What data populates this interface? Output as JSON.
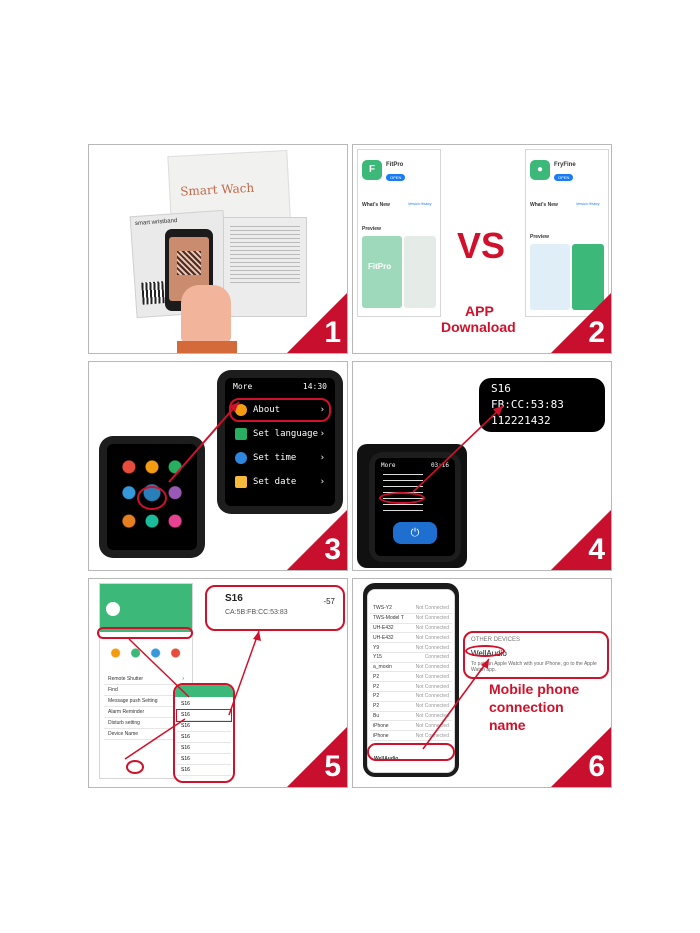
{
  "panel1": {
    "number": "1",
    "card_title": "Smart Wach",
    "manual_title": "smart wristband"
  },
  "panel2": {
    "number": "2",
    "vs": "VS",
    "app_line1": "APP",
    "app_line2": "Downaload",
    "left_app": {
      "name": "FitPro",
      "button": "OPEN",
      "whats_new": "What's New",
      "version_history": "Version History",
      "preview": "Preview",
      "splash_name": "FitPro"
    },
    "right_app": {
      "name": "FryFine",
      "button": "OPEN",
      "whats_new": "What's New",
      "version_history": "Version History",
      "preview": "Preview"
    }
  },
  "panel3": {
    "number": "3",
    "watch_title": "More",
    "watch_time": "14:30",
    "menu": [
      "About",
      "Set language",
      "Set time",
      "Set date"
    ]
  },
  "panel4": {
    "number": "4",
    "zoom_lines": [
      "S16",
      "FB:CC:53:83",
      "112221432"
    ],
    "watch_title": "More",
    "watch_time": "03:16"
  },
  "panel5": {
    "number": "5",
    "device_name": "S16",
    "device_addr": "CA:5B:FB:CC:53:83",
    "signal": "-57",
    "menu_items": [
      "Remote Shutter",
      "Find",
      "Message push Setting",
      "Alarm Reminder",
      "Disturb setting",
      "Device Name"
    ],
    "list_rows": [
      "S16",
      "S16",
      "S16",
      "S16",
      "S16",
      "S16",
      "S16"
    ]
  },
  "panel6": {
    "number": "6",
    "other_devices": "OTHER DEVICES",
    "device_name": "WellAudio",
    "hint": "To pair an Apple Watch with your iPhone, go to the Apple Watch app.",
    "label_line1": "Mobile phone",
    "label_line2": "connection",
    "label_line3": "name",
    "phone_rows": [
      {
        "name": "TWS-Y2",
        "status": "Not Connected"
      },
      {
        "name": "TWS-Model T",
        "status": "Not Connected"
      },
      {
        "name": "UH-E432",
        "status": "Not Connected"
      },
      {
        "name": "UH-E432",
        "status": "Not Connected"
      },
      {
        "name": "Y9",
        "status": "Not Connected"
      },
      {
        "name": "Y15",
        "status": "Connected"
      },
      {
        "name": "a_moxin",
        "status": "Not Connected"
      },
      {
        "name": "P2",
        "status": "Not Connected"
      },
      {
        "name": "P2",
        "status": "Not Connected"
      },
      {
        "name": "P2",
        "status": "Not Connected"
      },
      {
        "name": "P2",
        "status": "Not Connected"
      },
      {
        "name": "Bu",
        "status": "Not Connected"
      },
      {
        "name": "iPhone",
        "status": "Not Connected"
      },
      {
        "name": "iPhone",
        "status": "Not Connected"
      }
    ],
    "bottom_device": "WellAudio"
  },
  "colors": {
    "accent_red": "#d0112b",
    "corner_red": "#c8102e",
    "app_green": "#3cb878"
  }
}
